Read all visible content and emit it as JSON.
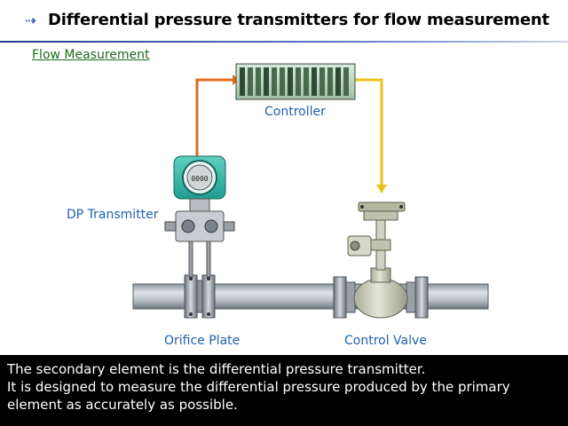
{
  "header": {
    "title": "Differential pressure transmitters for flow measurement",
    "arrow_icon": "dotted-arrow-icon"
  },
  "subtitle": "Flow Measurement",
  "labels": {
    "controller": "Controller",
    "dp_transmitter": "DP Transmitter",
    "orifice_plate": "Orifice Plate",
    "control_valve": "Control Valve"
  },
  "transmitter_display": "0000",
  "signals": {
    "to_controller_color": "#e06a1c",
    "to_valve_color": "#ecc21a"
  },
  "caption": {
    "line1": "The secondary element is the differential pressure transmitter.",
    "line2": "It is designed to measure the differential pressure produced by the primary",
    "line3": "element as accurately as possible."
  }
}
